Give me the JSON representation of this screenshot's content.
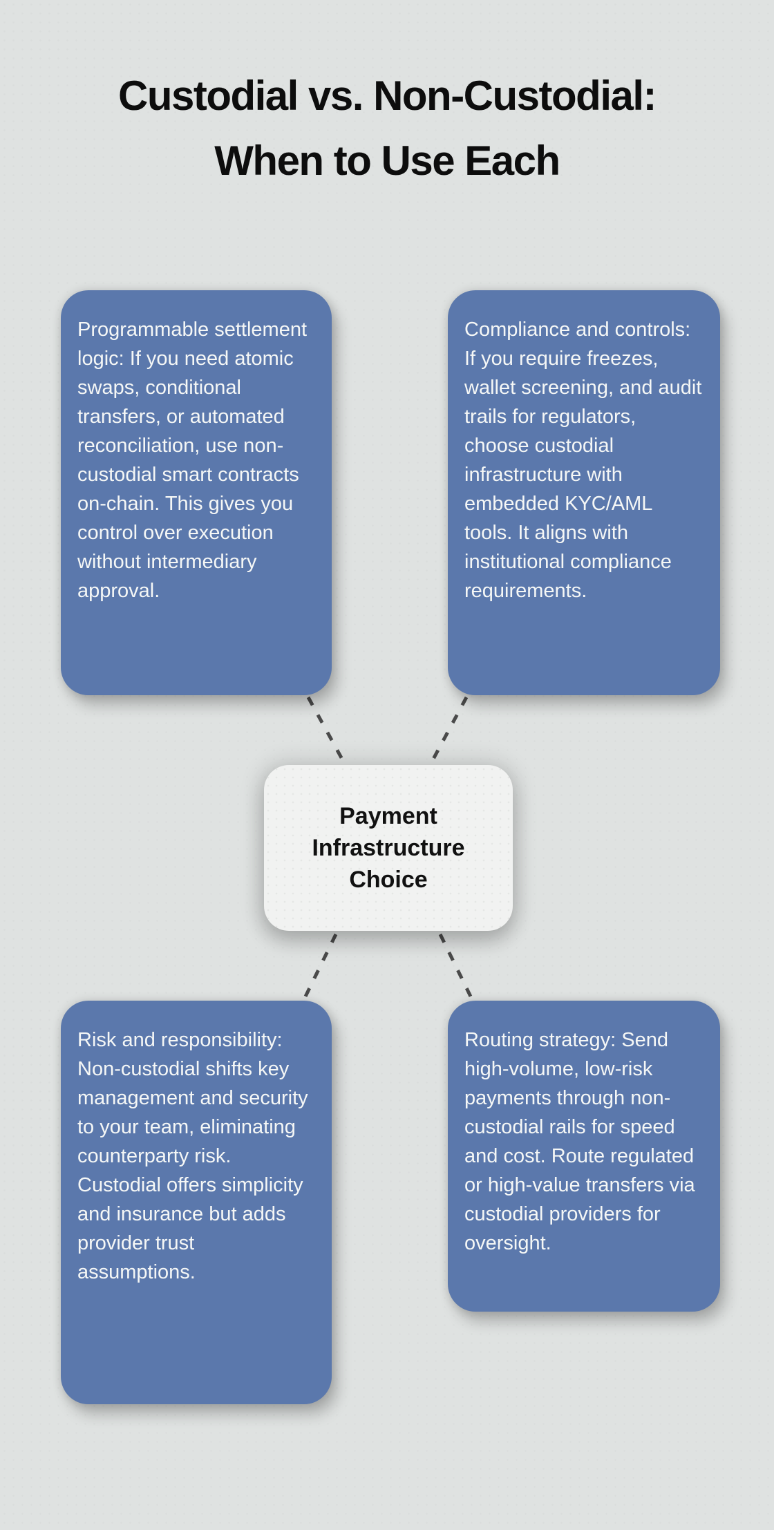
{
  "title": {
    "full": "Custodial vs. Non-Custodial: When to Use Each",
    "lines": [
      "Custodial vs. Non-Custodial:",
      "When to Use Each"
    ]
  },
  "center_node": {
    "label": "Payment Infrastructure Choice"
  },
  "cards": [
    {
      "id": "top-left",
      "text": "Programmable settlement logic: If you need atomic swaps, conditional transfers, or automated reconciliation, use non-custodial smart contracts on-chain. This gives you control over execution without intermediary approval."
    },
    {
      "id": "top-right",
      "text": "Compliance and controls: If you require freezes, wallet screening, and audit trails for regulators, choose custodial infrastructure with embedded KYC/AML tools. It aligns with institutional compliance requirements."
    },
    {
      "id": "bottom-left",
      "text": "Risk and responsibility: Non-custodial shifts key management and security to your team, eliminating counterparty risk. Custodial offers simplicity and insurance but adds provider trust assumptions."
    },
    {
      "id": "bottom-right",
      "text": "Routing strategy: Send high-volume, low-risk payments through non-custodial rails for speed and cost. Route regulated or high-value transfers via custodial providers for oversight."
    }
  ],
  "colors": {
    "background": "#dfe2e1",
    "card_fill": "#5b78ac",
    "card_text": "#f5f7f6",
    "node_fill": "#f1f2f1",
    "node_text": "#111111",
    "title_text": "#0d0d0d",
    "connector": "#4a4a4a"
  }
}
